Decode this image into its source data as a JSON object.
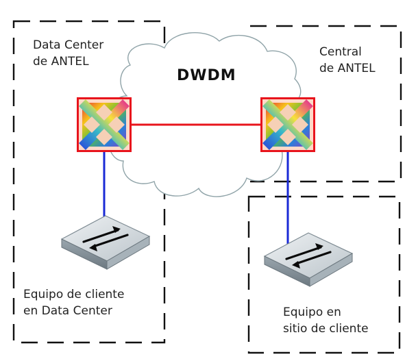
{
  "cloud": {
    "label": "DWDM"
  },
  "regions": {
    "datacenter": {
      "line1": "Data Center",
      "line2": "de ANTEL"
    },
    "central": {
      "line1": "Central",
      "line2": "de ANTEL"
    },
    "client_dc": {
      "line1": "Equipo de cliente",
      "line2": "en Data Center"
    },
    "client_site": {
      "line1": "Equipo en",
      "line2": "sitio de cliente"
    }
  },
  "nodes": {
    "mux_left": {
      "icon": "dwdm-multiplexer-icon"
    },
    "mux_right": {
      "icon": "dwdm-multiplexer-icon"
    },
    "switch_left": {
      "icon": "network-switch-icon"
    },
    "switch_right": {
      "icon": "network-switch-icon"
    }
  },
  "colors": {
    "link_optical": "#e8141c",
    "link_access": "#1a2ad6",
    "border_dashed": "#111111",
    "cloud_stroke": "#8fa3a8"
  }
}
